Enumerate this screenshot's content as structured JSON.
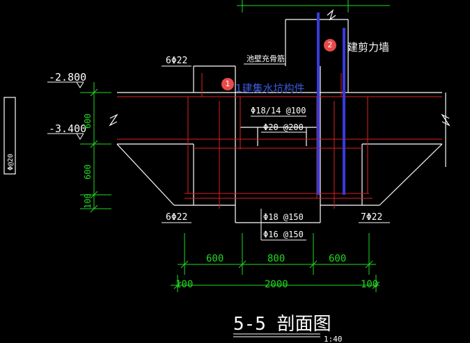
{
  "drawing": {
    "title": "5-5 剖面图",
    "scale": "1:40",
    "elevations": {
      "top": "-2.800",
      "bottom": "-3.400"
    },
    "rebar": {
      "top_left": "6Φ22",
      "bottom_left": "6Φ22",
      "bottom_right": "7Φ22",
      "wall_note": "池壁充骨筋",
      "m1": "Φ18/14 @100",
      "m2": "Φ20 @200",
      "b1": "Φ18 @150",
      "b2": "Φ16 @150",
      "side_vertical": "Φ@20"
    },
    "dims_vertical": [
      "600",
      "600",
      "100"
    ],
    "dims_row1": [
      "600",
      "800",
      "600"
    ],
    "dims_row2": [
      "100",
      "2000",
      "100"
    ]
  },
  "callouts": [
    {
      "number": "1",
      "label": "1建集水坑构件"
    },
    {
      "number": "2",
      "label": "建剪力墙"
    }
  ],
  "colors": {
    "background": "#000000",
    "structure_lines": "#ffffff",
    "rebar_lines": "#e02020",
    "dimensions": "#22d922",
    "wall_highlight": "#3a3adc",
    "callout_badge": "#e84a4a",
    "callout1_text": "#3a5adc",
    "callout2_text": "#ffffff"
  }
}
